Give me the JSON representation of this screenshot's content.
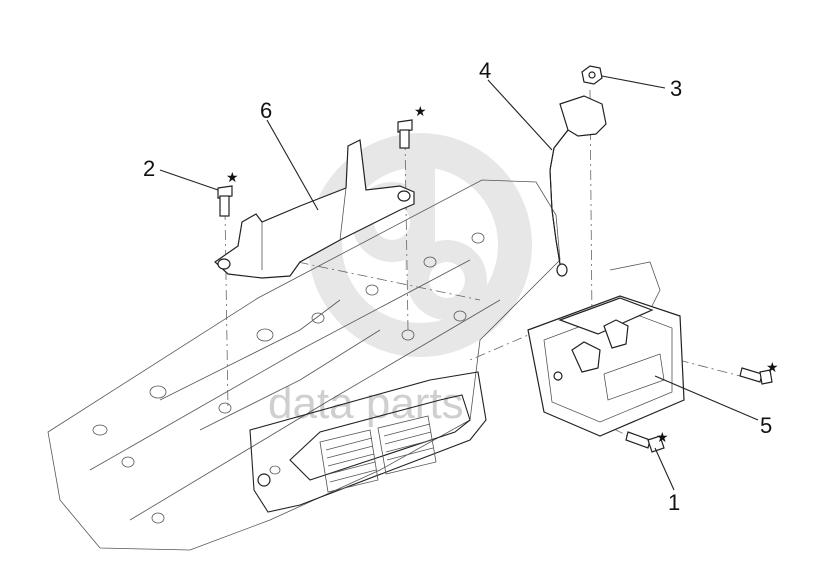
{
  "callouts": [
    {
      "id": "1",
      "label": "1"
    },
    {
      "id": "2",
      "label": "2"
    },
    {
      "id": "3",
      "label": "3"
    },
    {
      "id": "4",
      "label": "4"
    },
    {
      "id": "5",
      "label": "5"
    },
    {
      "id": "6",
      "label": "6"
    }
  ],
  "star_symbol": "★",
  "watermark": {
    "text": "data parts"
  },
  "colors": {
    "line": "#222222",
    "watermark": "#cfcfcf",
    "background": "#ffffff"
  }
}
